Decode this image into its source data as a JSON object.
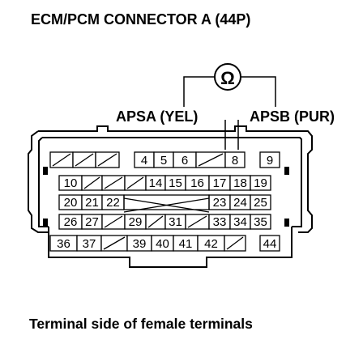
{
  "title": "ECM/PCM CONNECTOR A (44P)",
  "caption": "Terminal side of female terminals",
  "meter_symbol": "Ω",
  "labels": {
    "apsa": "APSA (YEL)",
    "apsb": "APSB (PUR)"
  },
  "rows": [
    [
      "/",
      "/",
      "/",
      "4",
      "5",
      "6",
      "/",
      "8",
      "9"
    ],
    [
      "10",
      "/",
      "/",
      "/",
      "14",
      "15",
      "16",
      "17",
      "18",
      "19"
    ],
    [
      "20",
      "21",
      "22",
      "",
      "",
      "",
      "",
      "23",
      "24",
      "25"
    ],
    [
      "26",
      "27",
      "/",
      "29",
      "/",
      "31",
      "/",
      "33",
      "34",
      "35"
    ],
    [
      "36",
      "37",
      "/",
      "39",
      "40",
      "41",
      "42",
      "/",
      "44"
    ]
  ],
  "colors": {
    "line": "#000000",
    "background": "#ffffff"
  }
}
